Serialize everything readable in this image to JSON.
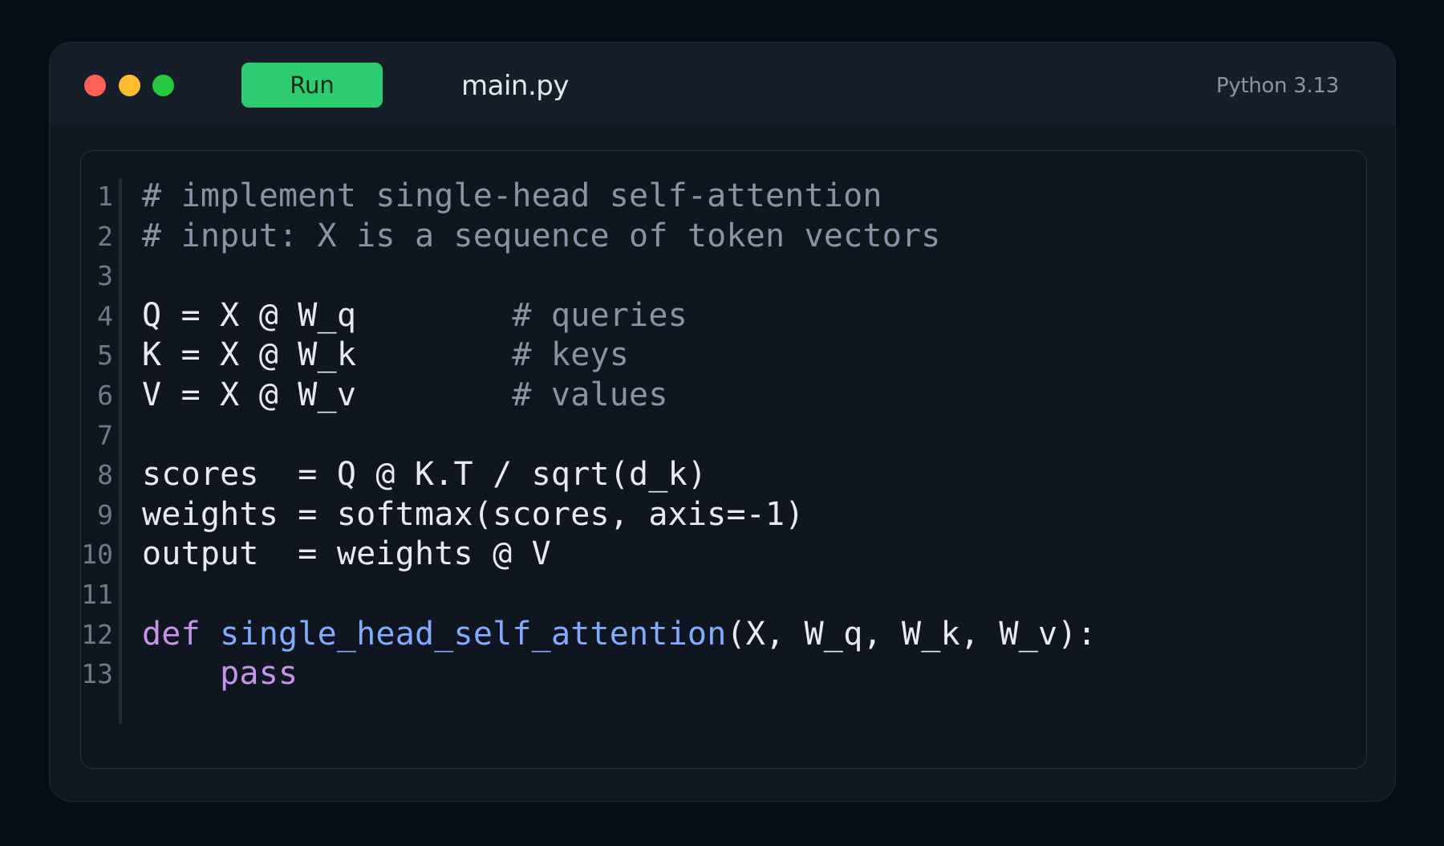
{
  "window": {
    "traffic_lights": [
      "close",
      "minimize",
      "maximize"
    ],
    "colors": {
      "close": "#ff5f57",
      "minimize": "#febc2e",
      "maximize": "#28c840",
      "run": "#2ecc71"
    }
  },
  "toolbar": {
    "run_label": "Run",
    "filename": "main.py",
    "runtime": "Python 3.13"
  },
  "editor": {
    "lines": [
      {
        "n": "1",
        "tokens": [
          {
            "t": "# implement single-head self-attention",
            "c": "comment"
          }
        ]
      },
      {
        "n": "2",
        "tokens": [
          {
            "t": "# input: X is a sequence of token vectors",
            "c": "comment"
          }
        ]
      },
      {
        "n": "3",
        "tokens": []
      },
      {
        "n": "4",
        "tokens": [
          {
            "t": "Q = X @ W_q        ",
            "c": "plain"
          },
          {
            "t": "# queries",
            "c": "comment"
          }
        ]
      },
      {
        "n": "5",
        "tokens": [
          {
            "t": "K = X @ W_k        ",
            "c": "plain"
          },
          {
            "t": "# keys",
            "c": "comment"
          }
        ]
      },
      {
        "n": "6",
        "tokens": [
          {
            "t": "V = X @ W_v        ",
            "c": "plain"
          },
          {
            "t": "# values",
            "c": "comment"
          }
        ]
      },
      {
        "n": "7",
        "tokens": []
      },
      {
        "n": "8",
        "tokens": [
          {
            "t": "scores  = Q @ K.T / sqrt(d_k)",
            "c": "plain"
          }
        ]
      },
      {
        "n": "9",
        "tokens": [
          {
            "t": "weights = softmax(scores, axis=-1)",
            "c": "plain"
          }
        ]
      },
      {
        "n": "10",
        "tokens": [
          {
            "t": "output  = weights @ V",
            "c": "plain"
          }
        ]
      },
      {
        "n": "11",
        "tokens": []
      },
      {
        "n": "12",
        "tokens": [
          {
            "t": "def",
            "c": "kw"
          },
          {
            "t": " ",
            "c": "plain"
          },
          {
            "t": "single_head_self_attention",
            "c": "fn"
          },
          {
            "t": "(X, W_q, W_k, W_v):",
            "c": "plain"
          }
        ]
      },
      {
        "n": "13",
        "tokens": [
          {
            "t": "    ",
            "c": "plain"
          },
          {
            "t": "pass",
            "c": "kw"
          }
        ]
      }
    ]
  }
}
